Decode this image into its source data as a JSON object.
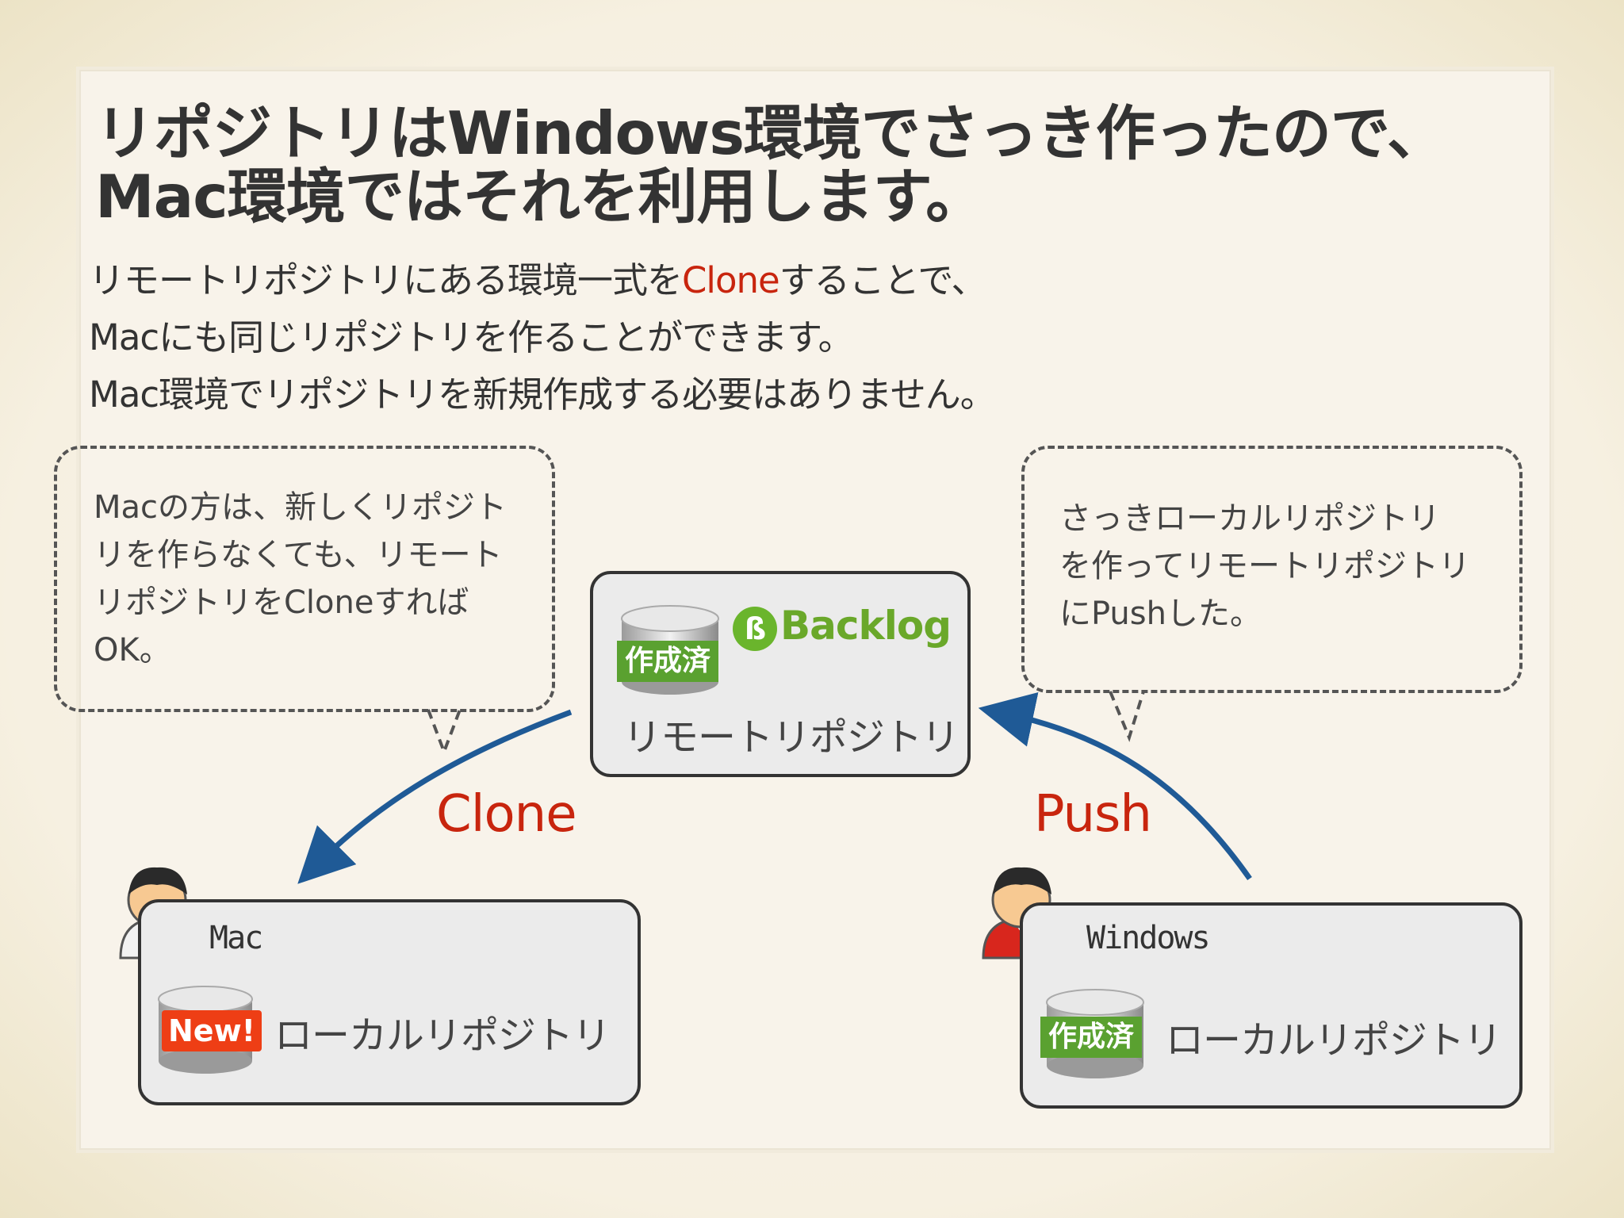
{
  "title": {
    "line1": "リポジトリはWindows環境でさっき作ったので、",
    "line2": "Mac環境ではそれを利用します。"
  },
  "lead": {
    "line1_pre": "リモートリポジトリにある環境一式を",
    "line1_highlight": "Clone",
    "line1_post": "することで、",
    "line2": "Macにも同じリポジトリを作ることができます。",
    "line3": "Mac環境でリポジトリを新規作成する必要はありません。"
  },
  "callout_left": {
    "line1": "Macの方は、新しくリポジト",
    "line2": "リを作らなくても、リモート",
    "line3": "リポジトリをCloneすれば",
    "line4": "OK。"
  },
  "callout_right": {
    "line1": "さっきローカルリポジトリ",
    "line2": "を作ってリモートリポジトリ",
    "line3": "にPushした。"
  },
  "remote": {
    "badge": "作成済",
    "brand": "Backlog",
    "label": "リモートリポジトリ"
  },
  "mac": {
    "name": "Mac",
    "badge": "New!",
    "label": "ローカルリポジトリ"
  },
  "windows": {
    "name": "Windows",
    "badge": "作成済",
    "label": "ローカルリポジトリ"
  },
  "actions": {
    "clone": "Clone",
    "push": "Push"
  },
  "colors": {
    "accent_red": "#c8250e",
    "arrow_blue": "#1f5a96",
    "badge_green": "#5aa130",
    "badge_red": "#ee3e15"
  }
}
